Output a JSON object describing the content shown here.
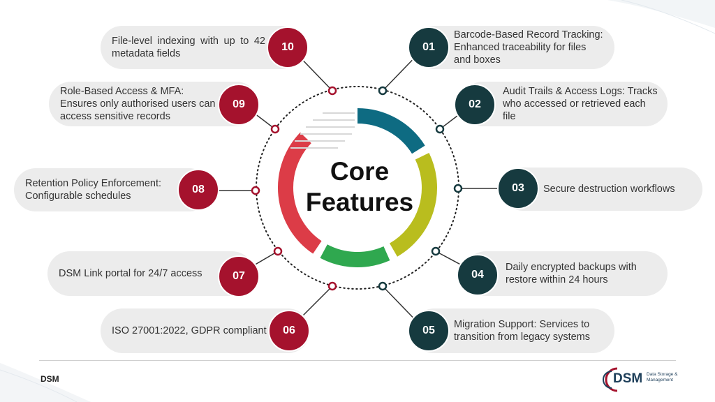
{
  "title": {
    "line1": "Core",
    "line2": "Features"
  },
  "features": [
    {
      "num": "01",
      "text": "Barcode-Based Record Tracking: Enhanced traceability for files and boxes"
    },
    {
      "num": "02",
      "text": "Audit Trails & Access Logs: Tracks who accessed or retrieved each file"
    },
    {
      "num": "03",
      "text": "Secure destruction workflows"
    },
    {
      "num": "04",
      "text": "Daily encrypted backups with restore within 24 hours"
    },
    {
      "num": "05",
      "text": "Migration Support: Services to transition from legacy systems"
    },
    {
      "num": "06",
      "text": "ISO 27001:2022, GDPR compliant"
    },
    {
      "num": "07",
      "text": "DSM Link portal for 24/7 access"
    },
    {
      "num": "08",
      "text": "Retention Policy Enforcement: Configurable schedules"
    },
    {
      "num": "09",
      "text": "Role-Based Access & MFA: Ensures only authorised users can access sensitive records"
    },
    {
      "num": "10",
      "text": "File-level indexing with up to 42 metadata fields"
    }
  ],
  "footer": {
    "label": "DSM"
  },
  "logo": {
    "name": "DSM",
    "tagline": "Data Storage & Management"
  },
  "colors": {
    "red": "#a5122d",
    "teal": "#163a3f",
    "ring_blue": "#0e6b82",
    "ring_olive": "#b9bd1e",
    "ring_green": "#2fa84f",
    "ring_red": "#dc3c47"
  }
}
